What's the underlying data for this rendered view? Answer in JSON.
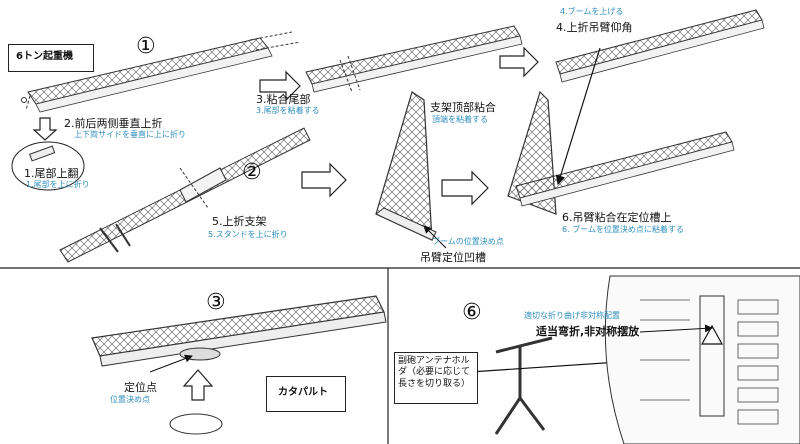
{
  "colors": {
    "ink": "#222222",
    "accent_text": "#2f8fbf",
    "background": "#ffffff"
  },
  "panel1": {
    "title": "6トン起重機",
    "step_number": "①",
    "step_number_2": "②",
    "labels": {
      "front_back": "2.前后两侧垂直上折",
      "front_back_jp": "上下両サイドを垂直に上に折り",
      "tail_flip": "1.尾部上翻",
      "tail_flip_jp": "1.尾部を上に折り",
      "glue_tail": "3.粘合尾部",
      "glue_tail_jp": "3.尾部を粘着する",
      "raise_boom_jp": "4.ブームを上げる",
      "raise_boom": "4.上折吊臂仰角",
      "stand_fold": "5.上折支架",
      "stand_fold_jp": "5.スタンドを上に折り",
      "top_glue": "支架顶部粘合",
      "top_glue_jp": "頂端を粘着する",
      "boom_pos_jp": "ブームの位置決め点",
      "boom_groove": "吊臂定位凹槽",
      "glue_pos": "6.吊臂粘合在定位槽上",
      "glue_pos_jp": "6. ブームを位置決め点に粘着する"
    }
  },
  "panel3": {
    "step_number": "③",
    "pos_point": "定位点",
    "pos_point_jp": "位置決め点",
    "catapult": "カタパルト"
  },
  "panel6": {
    "step_number": "⑥",
    "holder": "副砲アンテナホルダ（必要に応じて長さを切り取る）",
    "fold_jp": "適切な折り曲げ非対称配置",
    "fold": "适当弯折,非对称摆放"
  }
}
